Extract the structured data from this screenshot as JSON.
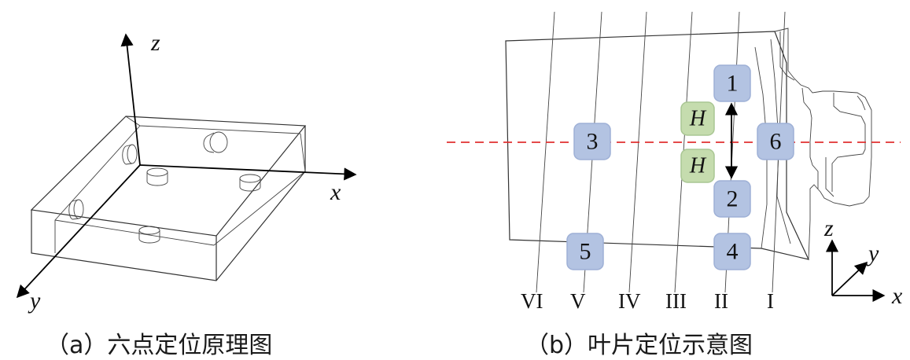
{
  "left_panel": {
    "caption": "（a）六点定位原理图",
    "axes": {
      "x": "x",
      "y": "y",
      "z": "z"
    }
  },
  "right_panel": {
    "caption": "（b）叶片定位示意图",
    "sections": [
      "VI",
      "V",
      "IV",
      "III",
      "II",
      "I"
    ],
    "points": [
      {
        "id": "p1",
        "label": "1"
      },
      {
        "id": "p2",
        "label": "2"
      },
      {
        "id": "p3",
        "label": "3"
      },
      {
        "id": "p4",
        "label": "4"
      },
      {
        "id": "p5",
        "label": "5"
      },
      {
        "id": "p6",
        "label": "6"
      }
    ],
    "h_markers": [
      "H",
      "H"
    ],
    "axes": {
      "x": "x",
      "y": "y",
      "z": "z"
    },
    "colors": {
      "point_fill": "#b3c3e2",
      "point_stroke": "#9eb0d6",
      "h_fill": "#c5dcae",
      "h_stroke": "#a9c693",
      "dashed_line": "#e03030"
    }
  }
}
